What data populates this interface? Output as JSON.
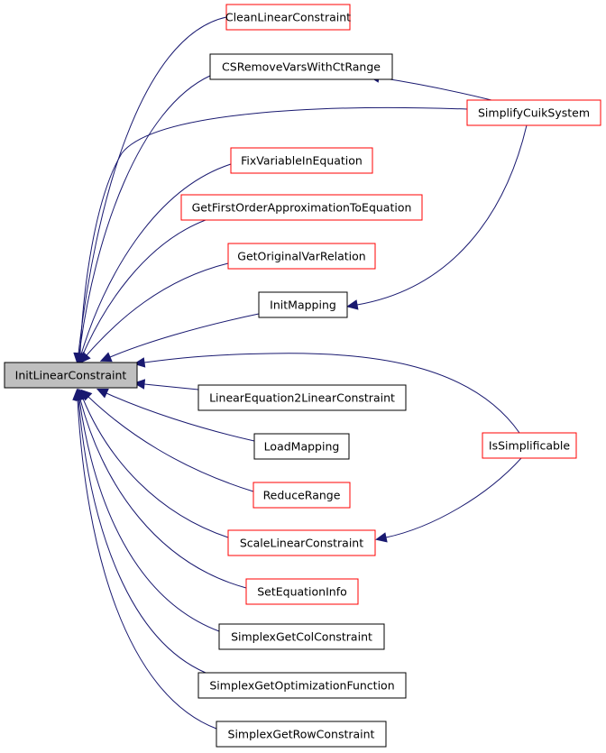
{
  "colors": {
    "edge": "#191970",
    "black_border": "#000000",
    "red_border": "#ff0000",
    "focus_fill": "#bfbfbf"
  },
  "nodes": [
    {
      "id": "InitLinearConstraint",
      "label": "InitLinearConstraint",
      "border": "black",
      "focus": true
    },
    {
      "id": "CleanLinearConstraint",
      "label": "CleanLinearConstraint",
      "border": "red"
    },
    {
      "id": "CSRemoveVarsWithCtRange",
      "label": "CSRemoveVarsWithCtRange",
      "border": "black"
    },
    {
      "id": "SimplifyCuikSystem",
      "label": "SimplifyCuikSystem",
      "border": "red"
    },
    {
      "id": "FixVariableInEquation",
      "label": "FixVariableInEquation",
      "border": "red"
    },
    {
      "id": "GetFirstOrderApproximationToEquation",
      "label": "GetFirstOrderApproximationToEquation",
      "border": "red"
    },
    {
      "id": "GetOriginalVarRelation",
      "label": "GetOriginalVarRelation",
      "border": "red"
    },
    {
      "id": "InitMapping",
      "label": "InitMapping",
      "border": "black"
    },
    {
      "id": "LinearEquation2LinearConstraint",
      "label": "LinearEquation2LinearConstraint",
      "border": "black"
    },
    {
      "id": "LoadMapping",
      "label": "LoadMapping",
      "border": "black"
    },
    {
      "id": "IsSimplificable",
      "label": "IsSimplificable",
      "border": "red"
    },
    {
      "id": "ReduceRange",
      "label": "ReduceRange",
      "border": "red"
    },
    {
      "id": "ScaleLinearConstraint",
      "label": "ScaleLinearConstraint",
      "border": "red"
    },
    {
      "id": "SetEquationInfo",
      "label": "SetEquationInfo",
      "border": "red"
    },
    {
      "id": "SimplexGetColConstraint",
      "label": "SimplexGetColConstraint",
      "border": "black"
    },
    {
      "id": "SimplexGetOptimizationFunction",
      "label": "SimplexGetOptimizationFunction",
      "border": "black"
    },
    {
      "id": "SimplexGetRowConstraint",
      "label": "SimplexGetRowConstraint",
      "border": "black"
    }
  ],
  "edges": [
    {
      "from": "CleanLinearConstraint",
      "to": "InitLinearConstraint"
    },
    {
      "from": "CSRemoveVarsWithCtRange",
      "to": "InitLinearConstraint"
    },
    {
      "from": "SimplifyCuikSystem",
      "to": "InitLinearConstraint"
    },
    {
      "from": "FixVariableInEquation",
      "to": "InitLinearConstraint"
    },
    {
      "from": "GetFirstOrderApproximationToEquation",
      "to": "InitLinearConstraint"
    },
    {
      "from": "GetOriginalVarRelation",
      "to": "InitLinearConstraint"
    },
    {
      "from": "InitMapping",
      "to": "InitLinearConstraint"
    },
    {
      "from": "IsSimplificable",
      "to": "InitLinearConstraint"
    },
    {
      "from": "LinearEquation2LinearConstraint",
      "to": "InitLinearConstraint"
    },
    {
      "from": "LoadMapping",
      "to": "InitLinearConstraint"
    },
    {
      "from": "ReduceRange",
      "to": "InitLinearConstraint"
    },
    {
      "from": "ScaleLinearConstraint",
      "to": "InitLinearConstraint"
    },
    {
      "from": "SetEquationInfo",
      "to": "InitLinearConstraint"
    },
    {
      "from": "SimplexGetColConstraint",
      "to": "InitLinearConstraint"
    },
    {
      "from": "SimplexGetOptimizationFunction",
      "to": "InitLinearConstraint"
    },
    {
      "from": "SimplexGetRowConstraint",
      "to": "InitLinearConstraint"
    },
    {
      "from": "SimplifyCuikSystem",
      "to": "CSRemoveVarsWithCtRange"
    },
    {
      "from": "SimplifyCuikSystem",
      "to": "InitMapping"
    },
    {
      "from": "IsSimplificable",
      "to": "ScaleLinearConstraint"
    }
  ]
}
